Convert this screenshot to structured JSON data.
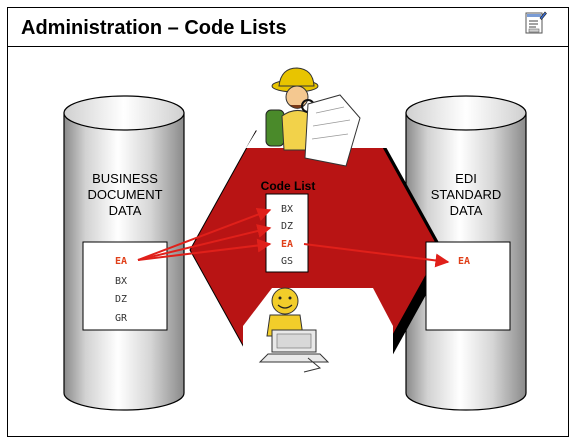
{
  "title": "Administration – Code Lists",
  "icons": {
    "title_icon": "document-edit-icon",
    "top_figure": "explorer-reading-map-icon",
    "bottom_figure": "person-at-computer-icon"
  },
  "left_cylinder": {
    "label_lines": [
      "BUSINESS",
      "DOCUMENT",
      "DATA"
    ],
    "codes": [
      "EA",
      "BX",
      "DZ",
      "GR"
    ],
    "highlight": "EA"
  },
  "code_list": {
    "label": "Code List",
    "codes": [
      "BX",
      "DZ",
      "EA",
      "GS"
    ],
    "highlight": "EA"
  },
  "right_cylinder": {
    "label_lines": [
      "EDI",
      "STANDARD",
      "DATA"
    ],
    "codes": [
      "EA"
    ],
    "highlight": "EA"
  },
  "colors": {
    "arrow": "#e0201a",
    "highlight_text": "#e0401a",
    "shape_red": "#b81414",
    "shape_shadow": "#000000",
    "cylinder_light": "#ffffff",
    "cylinder_dark": "#8a8a8a"
  }
}
